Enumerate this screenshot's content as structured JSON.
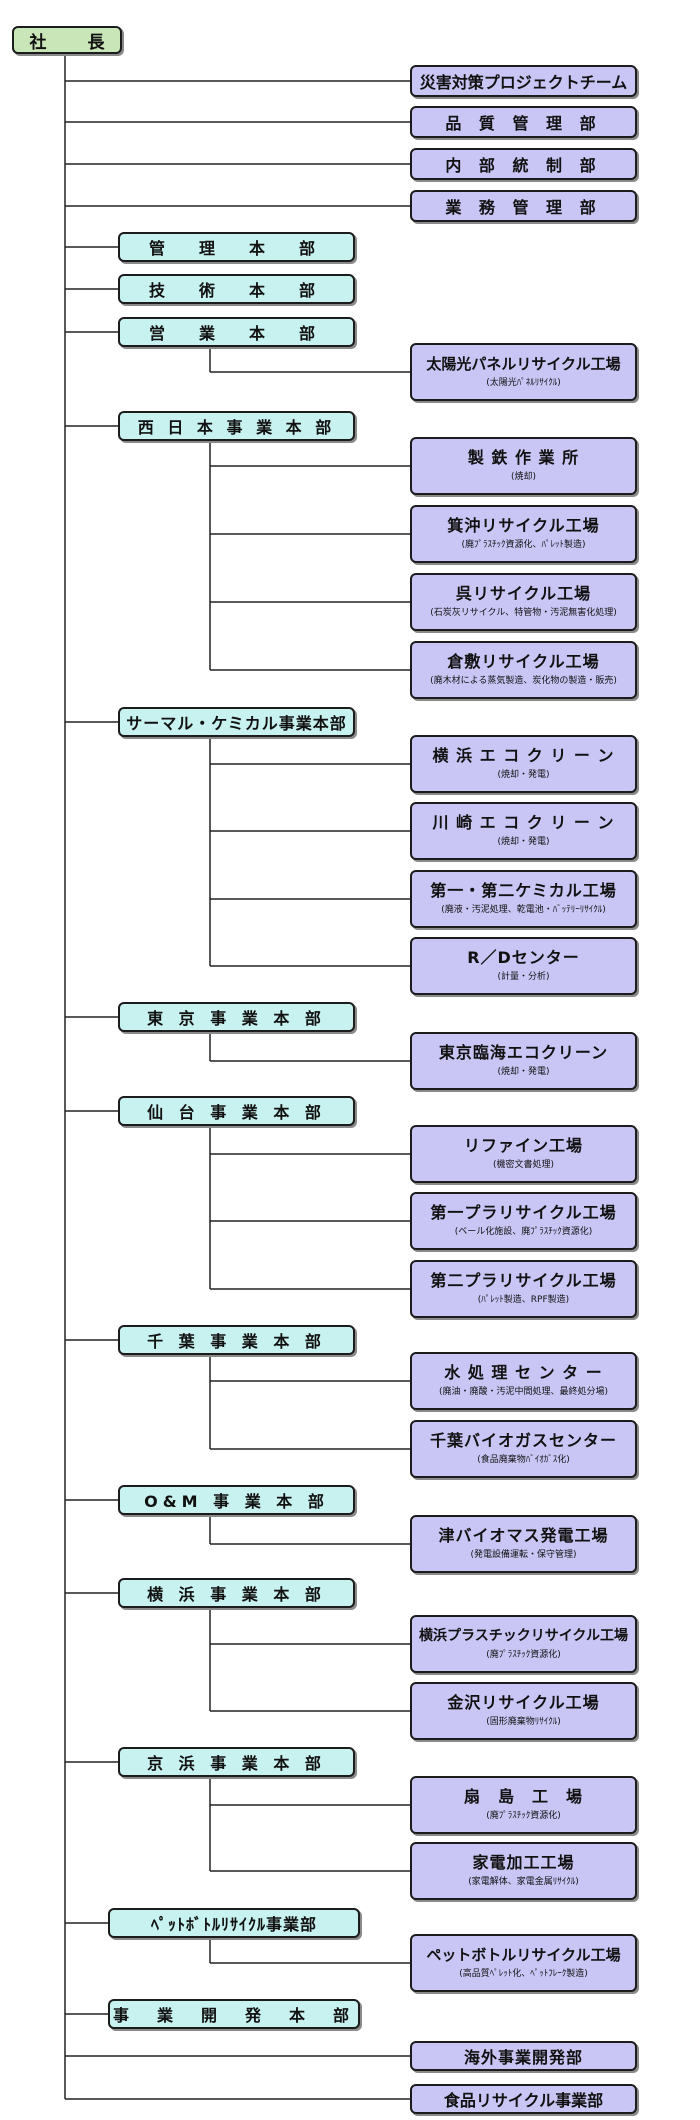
{
  "president": "社　長",
  "staff_departments": [
    "災害対策プロジェクトチーム",
    "品 質 管 理 部",
    "内 部 統 制 部",
    "業 務 管 理 部"
  ],
  "divisions": [
    {
      "name": "管　理　本　部",
      "facilities": []
    },
    {
      "name": "技　術　本　部",
      "facilities": []
    },
    {
      "name": "営　業　本　部",
      "facilities": [
        {
          "name": "太陽光パネルリサイクル工場",
          "sub": "(太陽光ﾊﾟﾈﾙﾘｻｲｸﾙ)"
        }
      ]
    },
    {
      "name": "西 日 本 事 業 本 部",
      "facilities": [
        {
          "name": "製 鉄 作 業 所",
          "sub": "(焼却)"
        },
        {
          "name": "箕沖リサイクル工場",
          "sub": "(廃ﾌﾟﾗｽﾁｯｸ資源化、ﾊﾟﾚｯﾄ製造)"
        },
        {
          "name": "呉リサイクル工場",
          "sub": "(石炭灰リサイクル、特管物・汚泥無害化処理)"
        },
        {
          "name": "倉敷リサイクル工場",
          "sub": "(廃木材による蒸気製造、炭化物の製造・販売)"
        }
      ]
    },
    {
      "name": "サーマル・ケミカル事業本部",
      "facilities": [
        {
          "name": "横 浜 エ コ ク リ ー ン",
          "sub": "(焼却・発電)"
        },
        {
          "name": "川 崎 エ コ ク リ ー ン",
          "sub": "(焼却・発電)"
        },
        {
          "name": "第一・第二ケミカル工場",
          "sub": "(廃液・汚泥処理、乾電池・ﾊﾞｯﾃﾘｰﾘｻｲｸﾙ)"
        },
        {
          "name": "R／Dセンター",
          "sub": "(計量・分析)"
        }
      ]
    },
    {
      "name": "東 京 事 業 本 部",
      "facilities": [
        {
          "name": "東京臨海エコクリーン",
          "sub": "(焼却・発電)"
        }
      ]
    },
    {
      "name": "仙 台 事 業 本 部",
      "facilities": [
        {
          "name": "リファイン工場",
          "sub": "(機密文書処理)"
        },
        {
          "name": "第一プラリサイクル工場",
          "sub": "(ベール化施設、廃ﾌﾟﾗｽﾁｯｸ資源化)"
        },
        {
          "name": "第二プラリサイクル工場",
          "sub": "(ﾊﾟﾚｯﾄ製造、RPF製造)"
        }
      ]
    },
    {
      "name": "千 葉 事 業 本 部",
      "facilities": [
        {
          "name": "水 処 理 セ ン タ ー",
          "sub": "(廃油・廃酸・汚泥中間処理、最終処分場)"
        },
        {
          "name": "千葉バイオガスセンター",
          "sub": "(食品廃棄物ﾊﾞｲｵｶﾞｽ化)"
        }
      ]
    },
    {
      "name": "O&M 事 業 本 部",
      "facilities": [
        {
          "name": "津バイオマス発電工場",
          "sub": "(発電設備運転・保守管理)"
        }
      ]
    },
    {
      "name": "横 浜 事 業 本 部",
      "facilities": [
        {
          "name": "横浜プラスチックリサイクル工場",
          "sub": "(廃ﾌﾟﾗｽﾁｯｸ資源化)"
        },
        {
          "name": "金沢リサイクル工場",
          "sub": "(固形廃棄物ﾘｻｲｸﾙ)"
        }
      ]
    },
    {
      "name": "京 浜 事 業 本 部",
      "facilities": [
        {
          "name": "扇　島　工　場",
          "sub": "(廃ﾌﾟﾗｽﾁｯｸ資源化)"
        },
        {
          "name": "家電加工工場",
          "sub": "(家電解体、家電金属ﾘｻｲｸﾙ)"
        }
      ]
    },
    {
      "name": "ﾍﾟｯﾄﾎﾞﾄﾙﾘｻｲｸﾙ事業部",
      "facilities": [
        {
          "name": "ペットボトルリサイクル工場",
          "sub": "(高品質ﾍﾟﾚｯﾄ化、ﾍﾟｯﾄﾌﾚｰｸ製造)"
        }
      ]
    },
    {
      "name": "事　業　開　発　本　部",
      "facilities": []
    }
  ],
  "bottom_departments": [
    "海外事業開発部",
    "食品リサイクル事業部"
  ]
}
